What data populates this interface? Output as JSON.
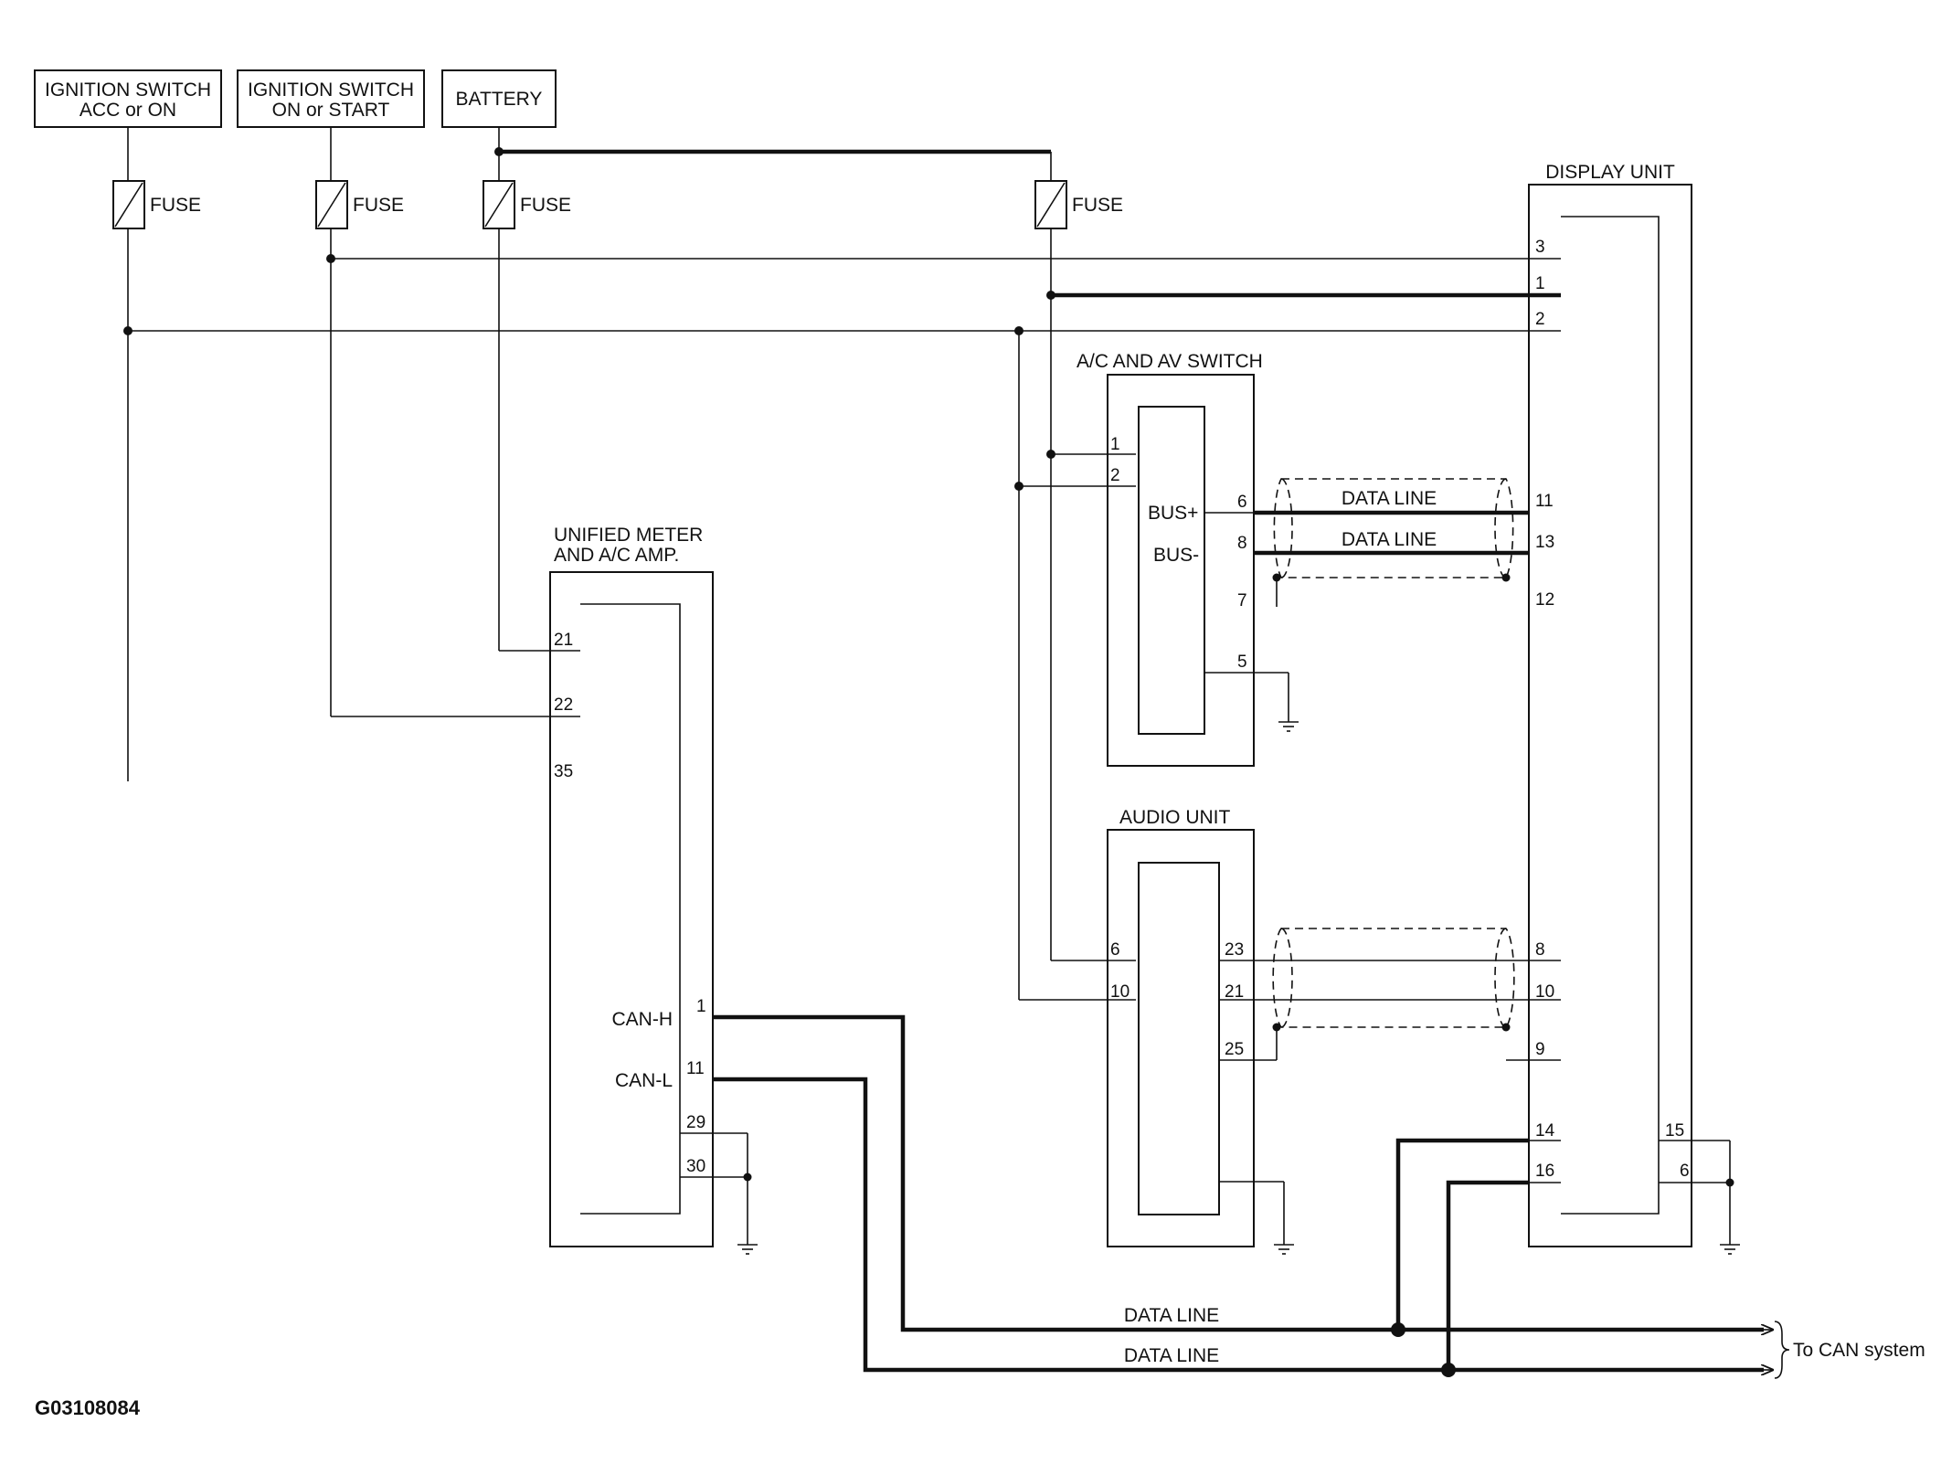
{
  "sources": {
    "ign_acc": {
      "line1": "IGNITION SWITCH",
      "line2": "ACC or ON"
    },
    "ign_start": {
      "line1": "IGNITION SWITCH",
      "line2": "ON or START"
    },
    "battery": {
      "label": "BATTERY"
    }
  },
  "fuse_label": "FUSE",
  "components": {
    "display_unit": {
      "title": "DISPLAY UNIT",
      "pins": [
        "3",
        "1",
        "2",
        "11",
        "13",
        "12",
        "8",
        "10",
        "9",
        "14",
        "16",
        "15",
        "6"
      ]
    },
    "ac_av_switch": {
      "title": "A/C AND AV SWITCH",
      "pins": [
        "1",
        "2",
        "6",
        "8",
        "7",
        "5"
      ],
      "bus_plus": "BUS+",
      "bus_minus": "BUS-"
    },
    "meter": {
      "title_line1": "UNIFIED METER",
      "title_line2": "AND A/C AMP.",
      "pins": [
        "21",
        "22",
        "35",
        "1",
        "11",
        "29",
        "30"
      ],
      "can_h": "CAN-H",
      "can_l": "CAN-L"
    },
    "audio_unit": {
      "title": "AUDIO UNIT",
      "pins": [
        "6",
        "10",
        "23",
        "21",
        "25"
      ]
    }
  },
  "data_line_label": "DATA LINE",
  "can_destination": "To CAN system",
  "figure_id": "G03108084"
}
